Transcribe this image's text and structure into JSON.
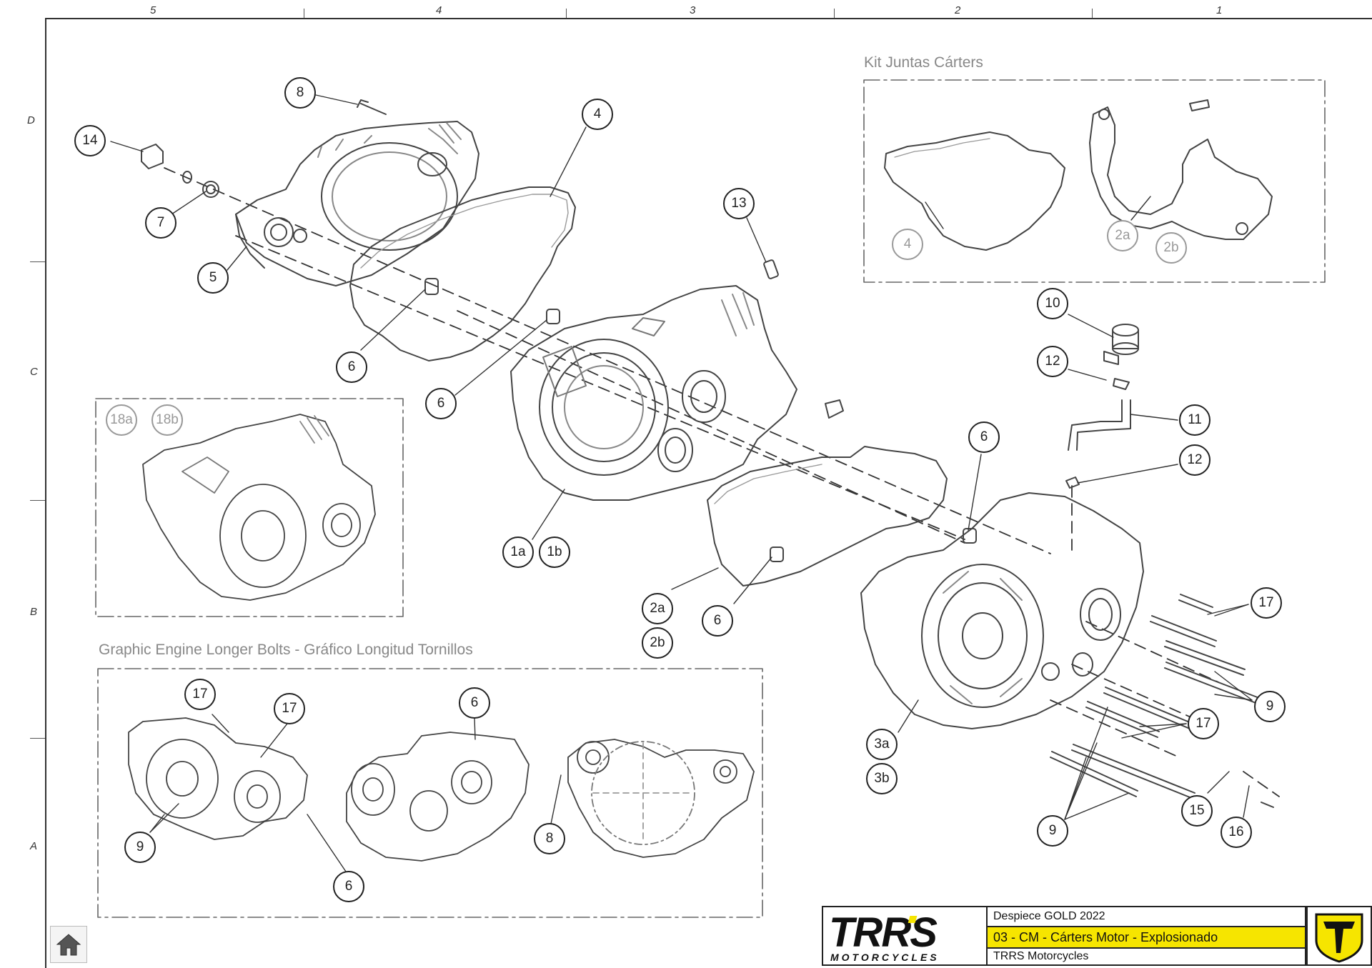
{
  "grid": {
    "columns": [
      "5",
      "4",
      "3",
      "2",
      "1"
    ],
    "rows": [
      "D",
      "C",
      "B",
      "A"
    ]
  },
  "sections": {
    "gasket_kit_title": "Kit Juntas Cárters",
    "bolts_title": "Graphic Engine Longer Bolts - Gráfico Longitud Tornillos"
  },
  "callouts": {
    "c8_top": "8",
    "c14": "14",
    "c4_main": "4",
    "c7": "7",
    "c5": "5",
    "c13": "13",
    "c6_a": "6",
    "c6_b": "6",
    "c10": "10",
    "c12_a": "12",
    "c11": "11",
    "c12_b": "12",
    "c6_c": "6",
    "c1a": "1a",
    "c1b": "1b",
    "c2a_main": "2a",
    "c2b_main": "2b",
    "c6_d": "6",
    "c17_a": "17",
    "c9_a": "9",
    "c17_b": "17",
    "c3a": "3a",
    "c3b": "3b",
    "c15": "15",
    "c16": "16",
    "c9_b": "9",
    "c18a": "18a",
    "c18b": "18b",
    "kit_4": "4",
    "kit_2a": "2a",
    "kit_2b": "2b",
    "bolt_17_a": "17",
    "bolt_17_b": "17",
    "bolt_6_a": "6",
    "bolt_9": "9",
    "bolt_6_b": "6",
    "bolt_8": "8"
  },
  "title_block": {
    "document": "Despiece GOLD 2022",
    "drawing": "03 - CM - Cárters Motor - Explosionado",
    "company": "TRRS Motorcycles",
    "logo_main": "TRRS",
    "logo_sub": "MOTORCYCLES",
    "highlight_color": "#f6e500"
  },
  "navigation": {
    "home_icon": "home-icon"
  }
}
